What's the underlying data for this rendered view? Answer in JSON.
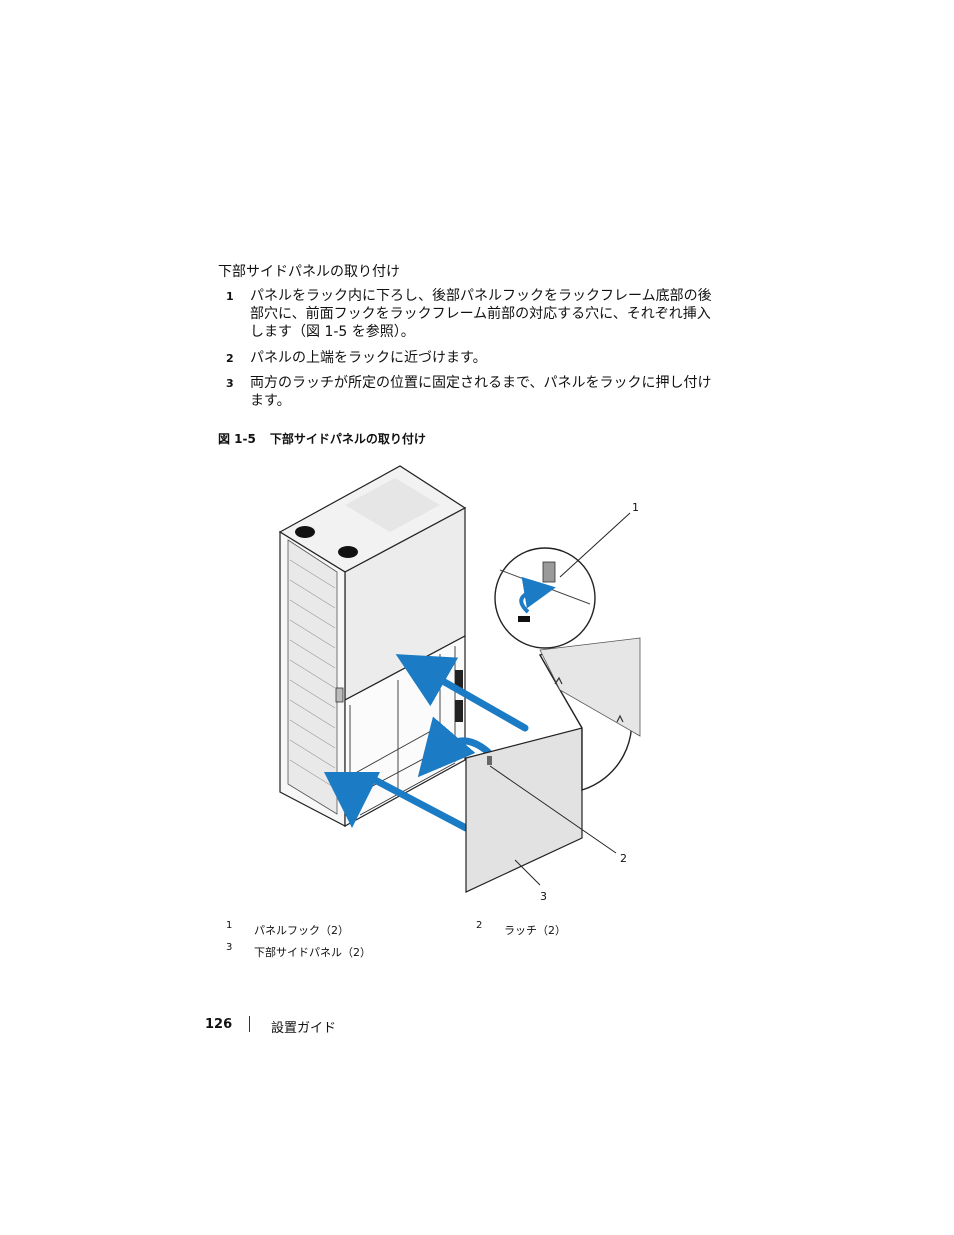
{
  "section_heading": "下部サイドパネルの取り付け",
  "steps": [
    {
      "num": "1",
      "text": "パネルをラック内に下ろし、後部パネルフックをラックフレーム底部の後部穴に、前面フックをラックフレーム前部の対応する穴に、それぞれ挿入します（図 1-5 を参照）。"
    },
    {
      "num": "2",
      "text": "パネルの上端をラックに近づけます。"
    },
    {
      "num": "3",
      "text": "両方のラッチが所定の位置に固定されるまで、パネルをラックに押し付けます。"
    }
  ],
  "figure": {
    "number": "図 1-5",
    "caption": "下部サイドパネルの取り付け",
    "callouts": [
      "1",
      "2",
      "3"
    ],
    "arrow_color": "#1b7bc4",
    "panel_color": "#e2e2e2"
  },
  "legend": [
    {
      "num": "1",
      "label": "パネルフック（2）"
    },
    {
      "num": "2",
      "label": "ラッチ（2）"
    },
    {
      "num": "3",
      "label": "下部サイドパネル（2）"
    }
  ],
  "footer": {
    "page_number": "126",
    "doc_title": "設置ガイド"
  }
}
